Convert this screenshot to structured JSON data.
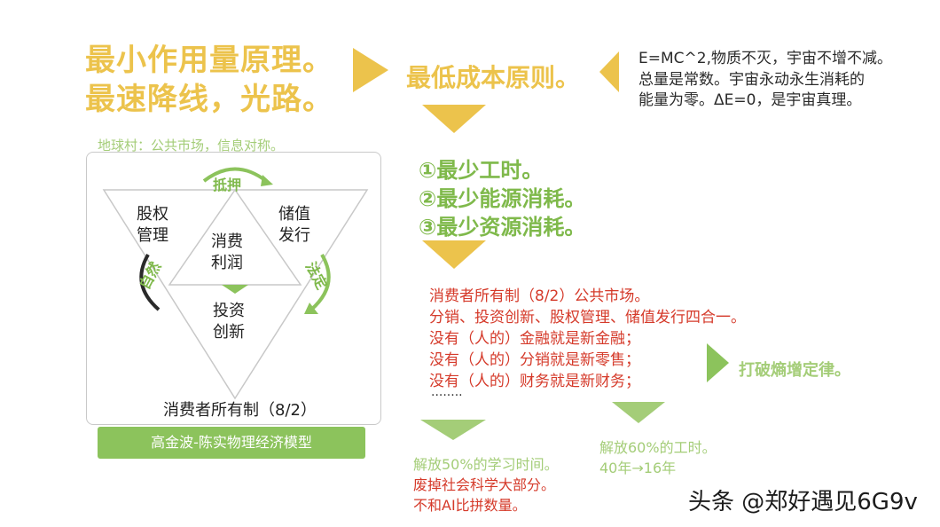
{
  "headline": {
    "line1": "最小作用量原理。",
    "line2": "最速降线，光路。"
  },
  "center_title": "最低成本原则。",
  "energy_note": {
    "line1": "E=MC^2,物质不灭，宇宙不增不减。",
    "line2": "总量是常数。宇宙永动永生消耗的",
    "line3": "能量为零。ΔE=0，是宇宙真理。"
  },
  "steps": [
    "①最少工时。",
    "②最少能源消耗。",
    "③最少资源消耗。"
  ],
  "consumer_lines": [
    "消费者所有制（8/2）公共市场。",
    "分销、投资创新、股权管理、储值发行四合一。",
    "没有（人的）金融就是新金融；",
    "没有（人的）分销就是新零售；",
    "没有（人的）财务就是新财务；",
    "........"
  ],
  "entropy_text": "打破熵增定律。",
  "study_lines": [
    "解放50%的学习时间。",
    "废掉社会科学大部分。",
    "不和AI比拼数量。"
  ],
  "work_lines": [
    "解放60%的工时。",
    "40年→16年"
  ],
  "model": {
    "village_caption": "地球村：公共市场，信息对称。",
    "equity": "股权\n管理",
    "stored_value": "储值\n发行",
    "profit": "消费\n利润",
    "invest": "投资\n创新",
    "collateral": "抵押",
    "nature": "自然",
    "law": "法定",
    "ownership": "消费者所有制（8/2）",
    "model_name": "高金波-陈实物理经济模型"
  },
  "watermark": "头条 @郑好遇见6G9v",
  "colors": {
    "gold": "#ecc34c",
    "green": "#7fb94b",
    "light_green": "#a4cd78",
    "red": "#d53a2a"
  }
}
